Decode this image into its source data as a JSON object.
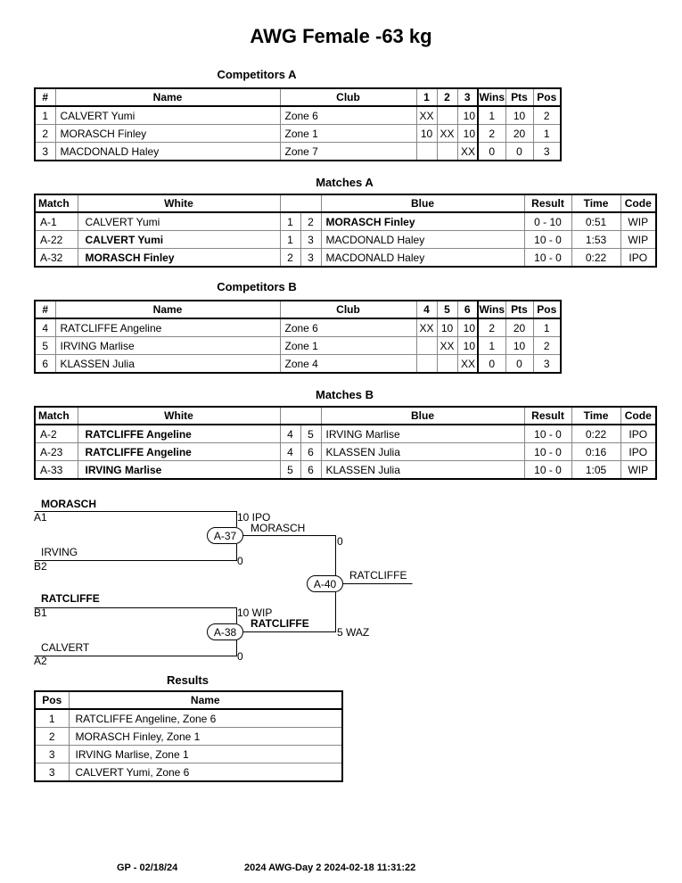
{
  "title": "AWG Female -63 kg",
  "competitors_a": {
    "heading": "Competitors A",
    "columns": [
      "#",
      "Name",
      "Club",
      "1",
      "2",
      "3",
      "Wins",
      "Pts",
      "Pos"
    ],
    "rows": [
      {
        "num": "1",
        "name": "CALVERT Yumi",
        "club": "Zone 6",
        "c1": "",
        "c2": "",
        "c3": "10",
        "wins": "1",
        "pts": "10",
        "pos": "2"
      },
      {
        "num": "2",
        "name": "MORASCH Finley",
        "club": "Zone 1",
        "c1": "10",
        "c2": "",
        "c3": "10",
        "wins": "2",
        "pts": "20",
        "pos": "1"
      },
      {
        "num": "3",
        "name": "MACDONALD Haley",
        "club": "Zone 7",
        "c1": "",
        "c2": "",
        "c3": "",
        "wins": "0",
        "pts": "0",
        "pos": "3"
      }
    ]
  },
  "matches_a": {
    "heading": "Matches A",
    "columns": [
      "Match",
      "White",
      "Blue",
      "Result",
      "Time",
      "Code"
    ],
    "rows": [
      {
        "match": "A-1",
        "white": "CALVERT Yumi",
        "w_num": "1",
        "b_num": "2",
        "blue": "MORASCH Finley",
        "winner": "blue",
        "result": "0 - 10",
        "time": "0:51",
        "code": "WIP"
      },
      {
        "match": "A-22",
        "white": "CALVERT Yumi",
        "w_num": "1",
        "b_num": "3",
        "blue": "MACDONALD Haley",
        "winner": "white",
        "result": "10 - 0",
        "time": "1:53",
        "code": "WIP"
      },
      {
        "match": "A-32",
        "white": "MORASCH Finley",
        "w_num": "2",
        "b_num": "3",
        "blue": "MACDONALD Haley",
        "winner": "white",
        "result": "10 - 0",
        "time": "0:22",
        "code": "IPO"
      }
    ]
  },
  "competitors_b": {
    "heading": "Competitors B",
    "columns": [
      "#",
      "Name",
      "Club",
      "4",
      "5",
      "6",
      "Wins",
      "Pts",
      "Pos"
    ],
    "rows": [
      {
        "num": "4",
        "name": "RATCLIFFE Angeline",
        "club": "Zone 6",
        "c1": "",
        "c2": "10",
        "c3": "10",
        "wins": "2",
        "pts": "20",
        "pos": "1"
      },
      {
        "num": "5",
        "name": "IRVING Marlise",
        "club": "Zone 1",
        "c1": "",
        "c2": "",
        "c3": "10",
        "wins": "1",
        "pts": "10",
        "pos": "2"
      },
      {
        "num": "6",
        "name": "KLASSEN Julia",
        "club": "Zone 4",
        "c1": "",
        "c2": "",
        "c3": "",
        "wins": "0",
        "pts": "0",
        "pos": "3"
      }
    ]
  },
  "matches_b": {
    "heading": "Matches B",
    "columns": [
      "Match",
      "White",
      "Blue",
      "Result",
      "Time",
      "Code"
    ],
    "rows": [
      {
        "match": "A-2",
        "white": "RATCLIFFE Angeline",
        "w_num": "4",
        "b_num": "5",
        "blue": "IRVING Marlise",
        "winner": "white",
        "result": "10 - 0",
        "time": "0:22",
        "code": "IPO"
      },
      {
        "match": "A-23",
        "white": "RATCLIFFE Angeline",
        "w_num": "4",
        "b_num": "6",
        "blue": "KLASSEN Julia",
        "winner": "white",
        "result": "10 - 0",
        "time": "0:16",
        "code": "IPO"
      },
      {
        "match": "A-33",
        "white": "IRVING Marlise",
        "w_num": "5",
        "b_num": "6",
        "blue": "KLASSEN Julia",
        "winner": "white",
        "result": "10 - 0",
        "time": "1:05",
        "code": "WIP"
      }
    ]
  },
  "xx_mark": "XX",
  "bracket": {
    "sf1": {
      "top_name": "MORASCH",
      "top_seed": "A1",
      "top_score": "10 IPO",
      "bottom_name": "IRVING",
      "bottom_seed": "B2",
      "bottom_score": "0",
      "match": "A-37",
      "winner": "MORASCH"
    },
    "sf2": {
      "top_name": "RATCLIFFE",
      "top_seed": "B1",
      "top_score": "10 WIP",
      "bottom_name": "CALVERT",
      "bottom_seed": "A2",
      "bottom_score": "0",
      "match": "A-38",
      "winner": "RATCLIFFE"
    },
    "final": {
      "match": "A-40",
      "top_score": "0",
      "bottom_score": "5 WAZ",
      "winner": "RATCLIFFE"
    }
  },
  "results": {
    "heading": "Results",
    "columns": [
      "Pos",
      "Name"
    ],
    "rows": [
      {
        "pos": "1",
        "name": "RATCLIFFE Angeline, Zone 6"
      },
      {
        "pos": "2",
        "name": "MORASCH Finley, Zone 1"
      },
      {
        "pos": "3",
        "name": "IRVING Marlise, Zone 1"
      },
      {
        "pos": "3",
        "name": "CALVERT Yumi, Zone 6"
      }
    ]
  },
  "footer": {
    "left": "GP - 02/18/24",
    "right": "2024 AWG-Day 2   2024-02-18 11:31:22"
  }
}
